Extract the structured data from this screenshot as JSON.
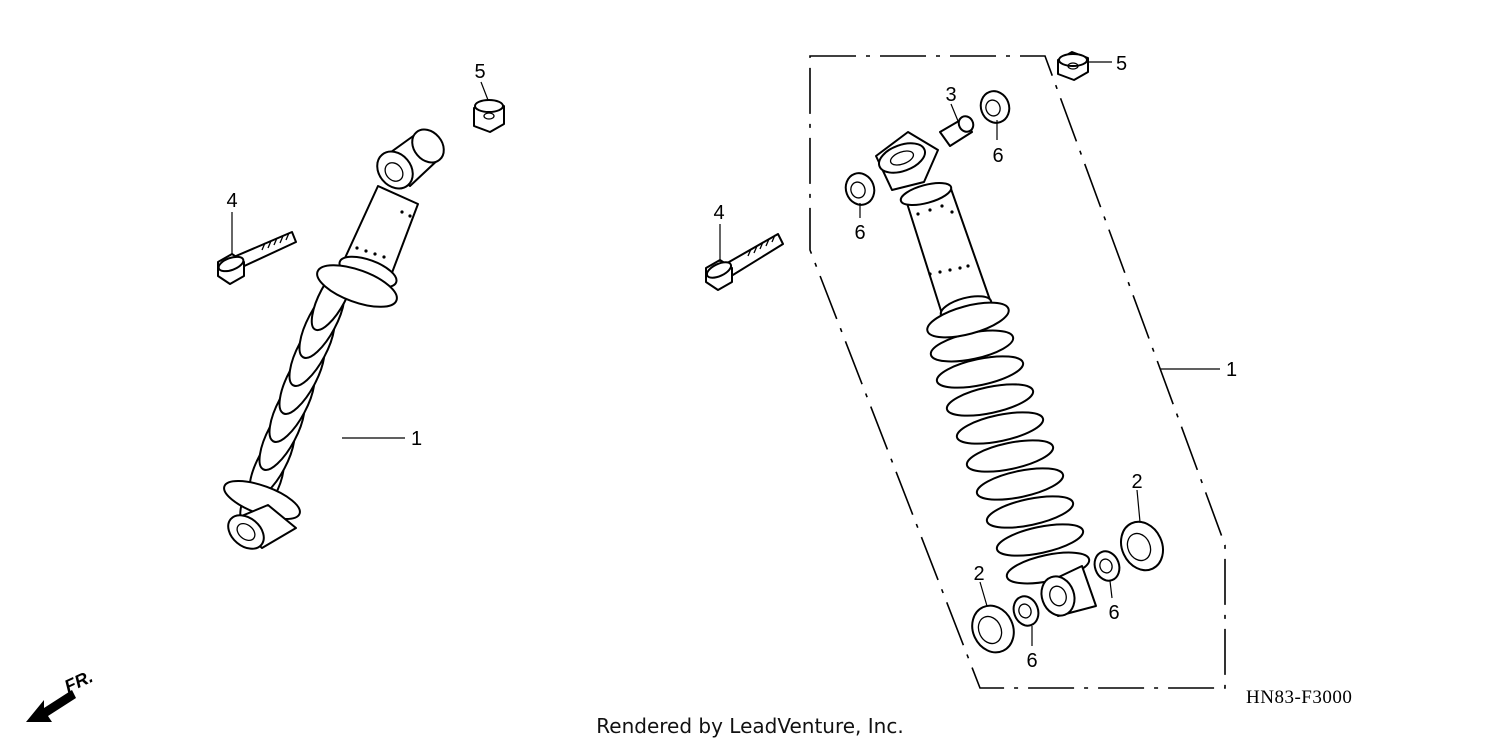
{
  "diagram": {
    "callouts": {
      "left": {
        "shock": "1",
        "bolt": "4",
        "nut": "5"
      },
      "right": {
        "assembly": "1",
        "seal_lower_left": "2",
        "seal_lower_right": "2",
        "collar": "3",
        "bolt": "4",
        "nut": "5",
        "bearing_top_right": "6",
        "bearing_top_left": "6",
        "bearing_lower_left": "6",
        "bearing_lower_right": "6"
      }
    },
    "front_indicator": "FR.",
    "diagram_code": "HN83-F3000"
  },
  "footer": {
    "credit": "Rendered by LeadVenture, Inc."
  }
}
